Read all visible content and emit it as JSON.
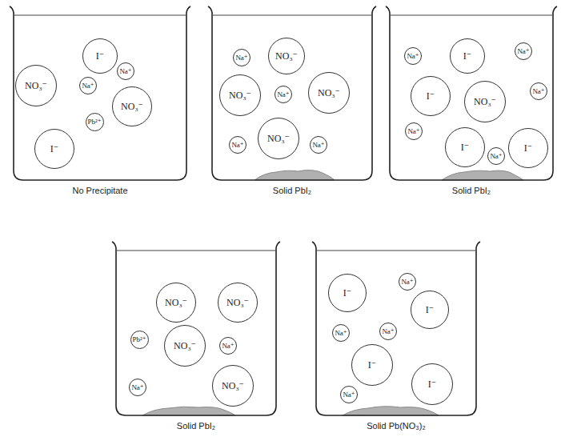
{
  "diagram": {
    "nodes": [
      {
        "text": [
          "No Precipitate"
        ]
      },
      {
        "text": [
          "I⁻"
        ],
        "in": 0
      },
      {
        "text": [
          "Na⁺"
        ],
        "in": 0
      },
      {
        "text": [
          "NO₃⁻"
        ],
        "in": 0
      },
      {
        "text": [
          "Na⁺"
        ],
        "in": 0
      },
      {
        "text": [
          "NO₃⁻"
        ],
        "in": 0
      },
      {
        "text": [
          "Pb²⁺"
        ],
        "in": 0
      },
      {
        "text": [
          "I⁻"
        ],
        "in": 0
      },
      {
        "text": [
          "Solid PbI₂"
        ]
      },
      {
        "text": [
          "Na⁺"
        ],
        "in": 8
      },
      {
        "text": [
          "NO₃⁻"
        ],
        "in": 8
      },
      {
        "text": [
          "NO₃⁻"
        ],
        "in": 8
      },
      {
        "text": [
          "Na⁺"
        ],
        "in": 8
      },
      {
        "text": [
          "NO₃⁻"
        ],
        "in": 8
      },
      {
        "text": [
          "NO₃⁻"
        ],
        "in": 8
      },
      {
        "text": [
          "Na⁺"
        ],
        "in": 8
      },
      {
        "text": [
          "Na⁺"
        ],
        "in": 8
      },
      {
        "text": [
          "Solid PbI₂"
        ]
      },
      {
        "text": [
          "Na⁺"
        ],
        "in": 17
      },
      {
        "text": [
          "I⁻"
        ],
        "in": 17
      },
      {
        "text": [
          "Na⁺"
        ],
        "in": 17
      },
      {
        "text": [
          "I⁻"
        ],
        "in": 17
      },
      {
        "text": [
          "NO₃⁻"
        ],
        "in": 17
      },
      {
        "text": [
          "Na⁺"
        ],
        "in": 17
      },
      {
        "text": [
          "Na⁺"
        ],
        "in": 17
      },
      {
        "text": [
          "I⁻"
        ],
        "in": 17
      },
      {
        "text": [
          "Na⁺"
        ],
        "in": 17
      },
      {
        "text": [
          "I⁻"
        ],
        "in": 17
      },
      {
        "text": [
          "Solid PbI₂"
        ]
      },
      {
        "text": [
          "NO₃⁻"
        ],
        "in": 28
      },
      {
        "text": [
          "NO₃⁻"
        ],
        "in": 28
      },
      {
        "text": [
          "Pb²⁺"
        ],
        "in": 28
      },
      {
        "text": [
          "NO₃⁻"
        ],
        "in": 28
      },
      {
        "text": [
          "Na⁺"
        ],
        "in": 28
      },
      {
        "text": [
          "Na⁺"
        ],
        "in": 28
      },
      {
        "text": [
          "NO₃⁻"
        ],
        "in": 28
      },
      {
        "text": [
          "Solid Pb(NO₃)₂"
        ]
      },
      {
        "text": [
          "I⁻"
        ],
        "in": 36
      },
      {
        "text": [
          "Na⁺"
        ],
        "in": 36
      },
      {
        "text": [
          "I⁻"
        ],
        "in": 36
      },
      {
        "text": [
          "Na⁺"
        ],
        "in": 36
      },
      {
        "text": [
          "Na⁺"
        ],
        "in": 36
      },
      {
        "text": [
          "I⁻"
        ],
        "in": 36
      },
      {
        "text": [
          "I⁻"
        ],
        "in": 36
      },
      {
        "text": [
          "Na⁺"
        ],
        "in": 36
      }
    ]
  }
}
